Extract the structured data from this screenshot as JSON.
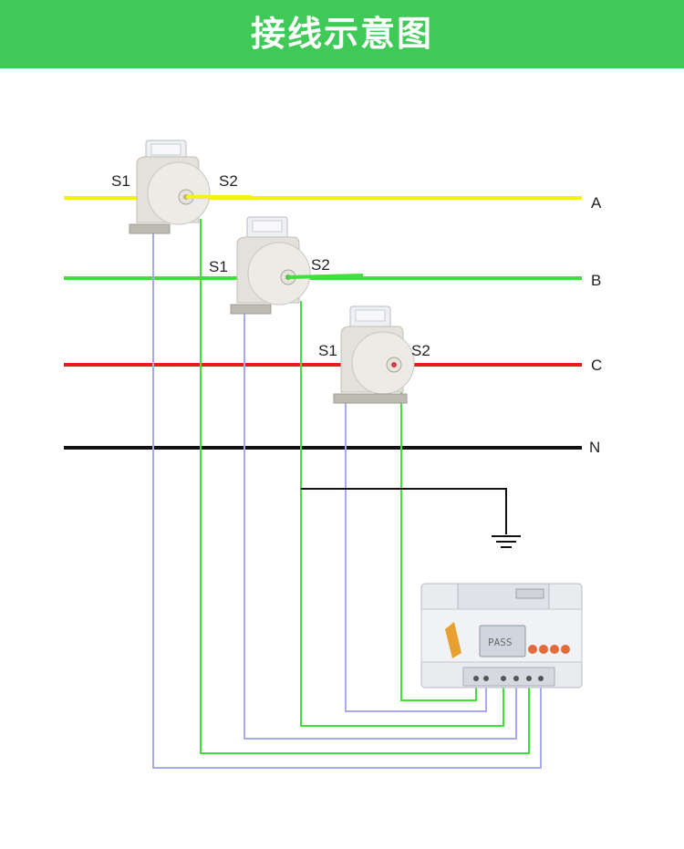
{
  "banner": {
    "title": "接线示意图",
    "color": "#3fca58"
  },
  "lines": [
    {
      "name": "A",
      "color": "#f5f01a"
    },
    {
      "name": "B",
      "color": "#3fe03a"
    },
    {
      "name": "C",
      "color": "#e81c1c"
    },
    {
      "name": "N",
      "color": "#111111"
    }
  ],
  "transformers": [
    {
      "s1": "S1",
      "s2": "S2"
    },
    {
      "s1": "S1",
      "s2": "S2"
    },
    {
      "s1": "S1",
      "s2": "S2"
    }
  ],
  "wire_colors": {
    "s1_wire": "#a9a9f2",
    "s2_wire": "#3fe03a",
    "ground": "#111111"
  },
  "meter": {
    "display": "PASS"
  },
  "icons": [
    "ground-icon",
    "current-transformer-icon",
    "energy-meter-icon"
  ]
}
